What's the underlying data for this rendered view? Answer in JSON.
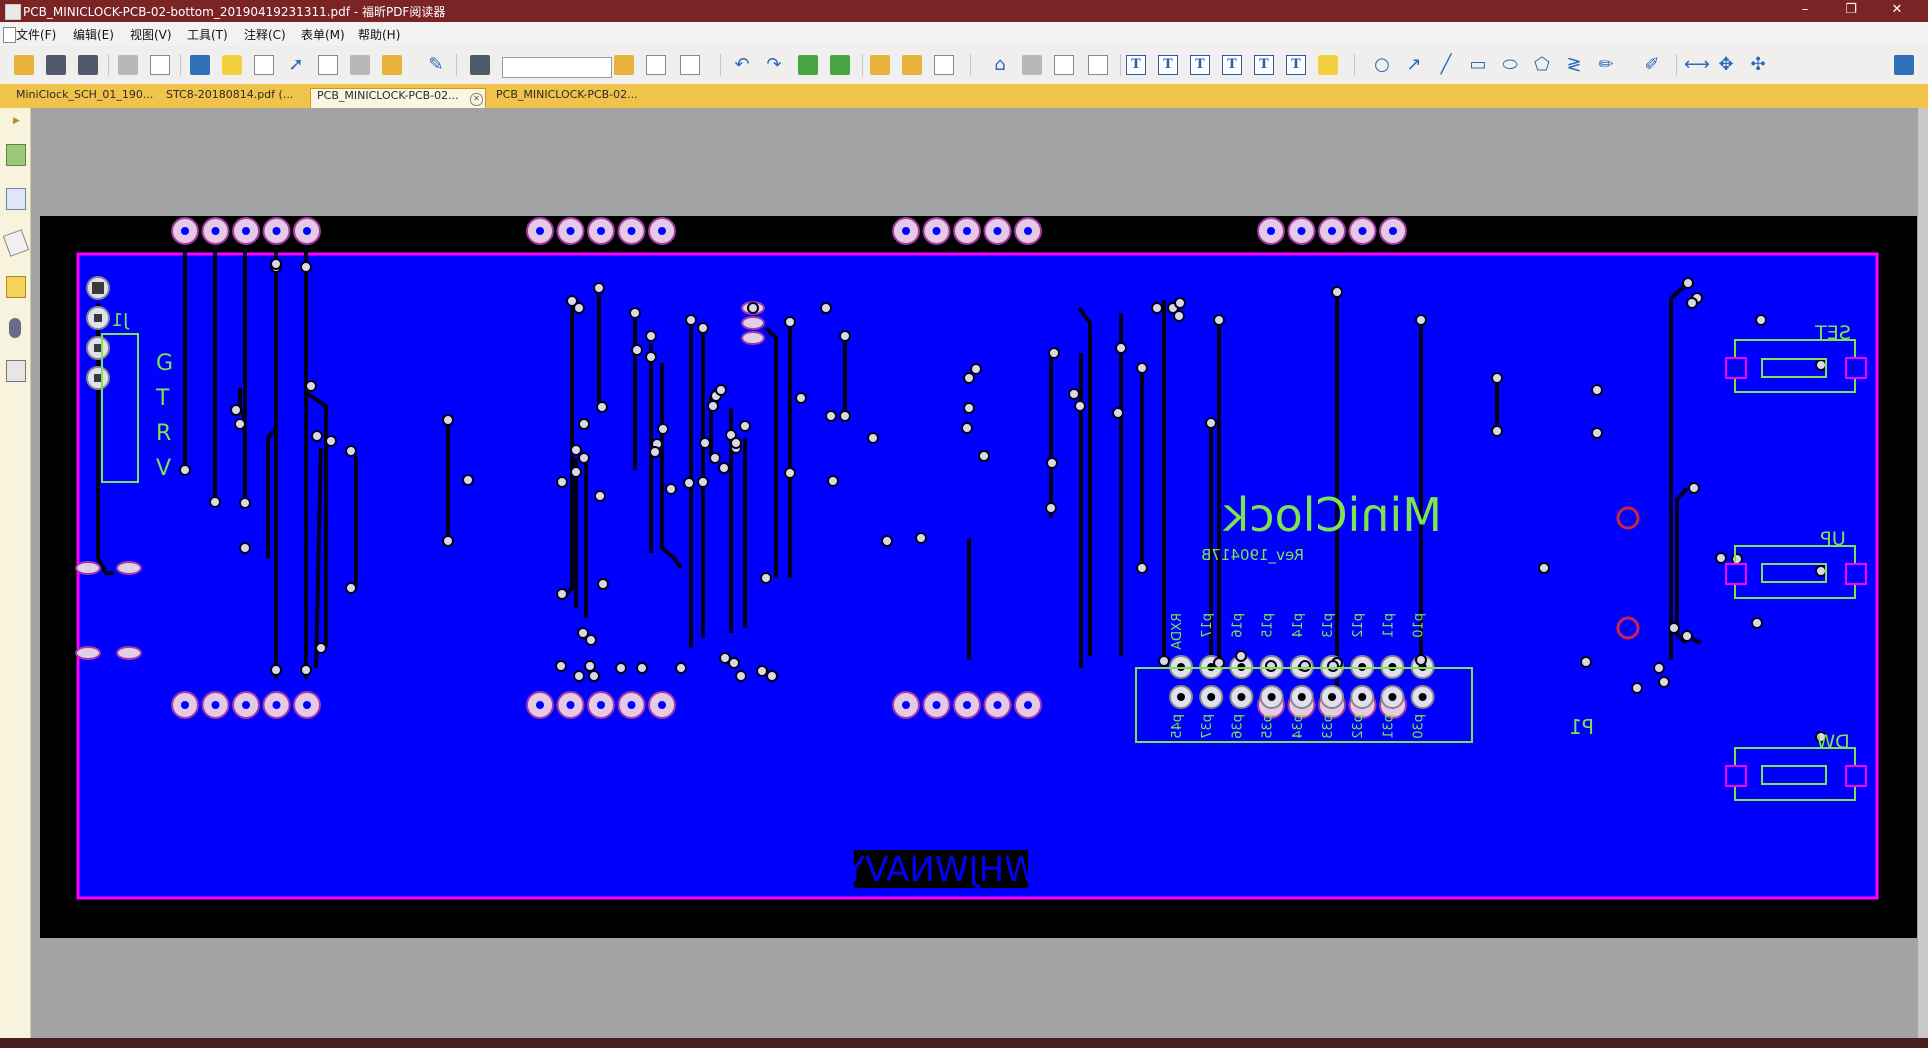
{
  "window": {
    "title": "PCB_MINICLOCK-PCB-02-bottom_20190419231311.pdf - 福昕PDF阅读器",
    "minimize": "–",
    "restore": "❐",
    "close": "✕"
  },
  "menu": {
    "items": [
      "文件(F)",
      "编辑(E)",
      "视图(V)",
      "工具(T)",
      "注释(C)",
      "表单(M)",
      "帮助(H)"
    ]
  },
  "search": {
    "value": ""
  },
  "tabs": [
    {
      "label": "MiniClock_SCH_01_190...",
      "active": false
    },
    {
      "label": "STC8-20180814.pdf (...",
      "active": false
    },
    {
      "label": "PCB_MINICLOCK-PCB-02...",
      "active": true
    },
    {
      "label": "PCB_MINICLOCK-PCB-02...",
      "active": false
    }
  ],
  "pcb": {
    "header_label": "J1",
    "header_pins": [
      "G",
      "T",
      "R",
      "V"
    ],
    "title": "MiniClock",
    "revision": "Rev_190417B",
    "connector_label": "P1",
    "top_pin_labels": [
      "RXDA",
      "p17",
      "p16",
      "p15",
      "p14",
      "p13",
      "p12",
      "p11",
      "p10"
    ],
    "bottom_pin_labels": [
      "p45",
      "p37",
      "p36",
      "p35",
      "p34",
      "p33",
      "p32",
      "p31",
      "p30"
    ],
    "buttons": [
      "SET",
      "UP",
      "DW"
    ],
    "silk_text": "WHJWNAVY",
    "colors": {
      "board": "#0000ff",
      "outline": "#ff00ff",
      "silkscreen": "#7ee34f",
      "background": "#000000"
    }
  }
}
